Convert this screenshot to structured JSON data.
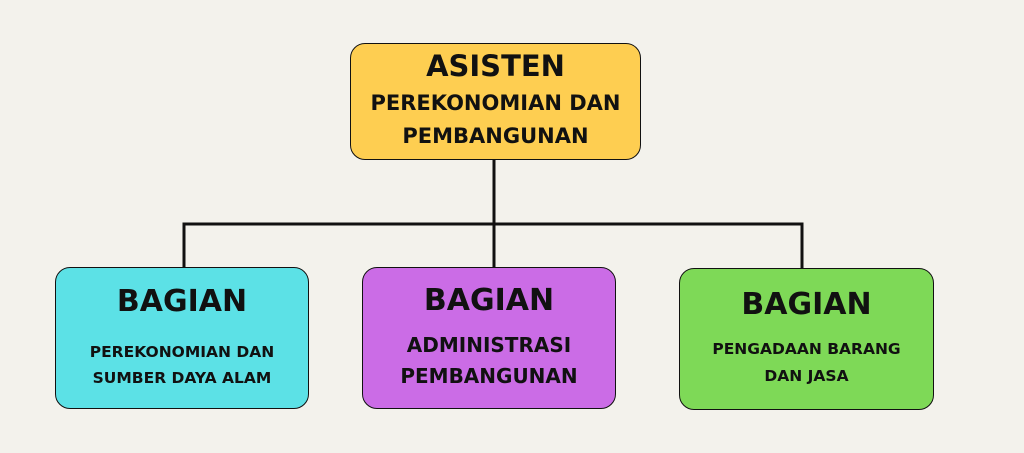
{
  "diagram": {
    "root": {
      "title": "ASISTEN",
      "subtitle": "PEREKONOMIAN DAN\nPEMBANGUNAN",
      "color": "#fece51"
    },
    "children": [
      {
        "title": "BAGIAN",
        "subtitle": "PEREKONOMIAN DAN\nSUMBER DAYA ALAM",
        "color": "#5ce1e6"
      },
      {
        "title": "BAGIAN",
        "subtitle": "ADMINISTRASI\nPEMBANGUNAN",
        "color": "#cb6ce6"
      },
      {
        "title": "BAGIAN",
        "subtitle": "PENGADAAN BARANG\nDAN JASA",
        "color": "#7ed957"
      }
    ],
    "background": "#f3f2ec",
    "line_color": "#111111"
  }
}
